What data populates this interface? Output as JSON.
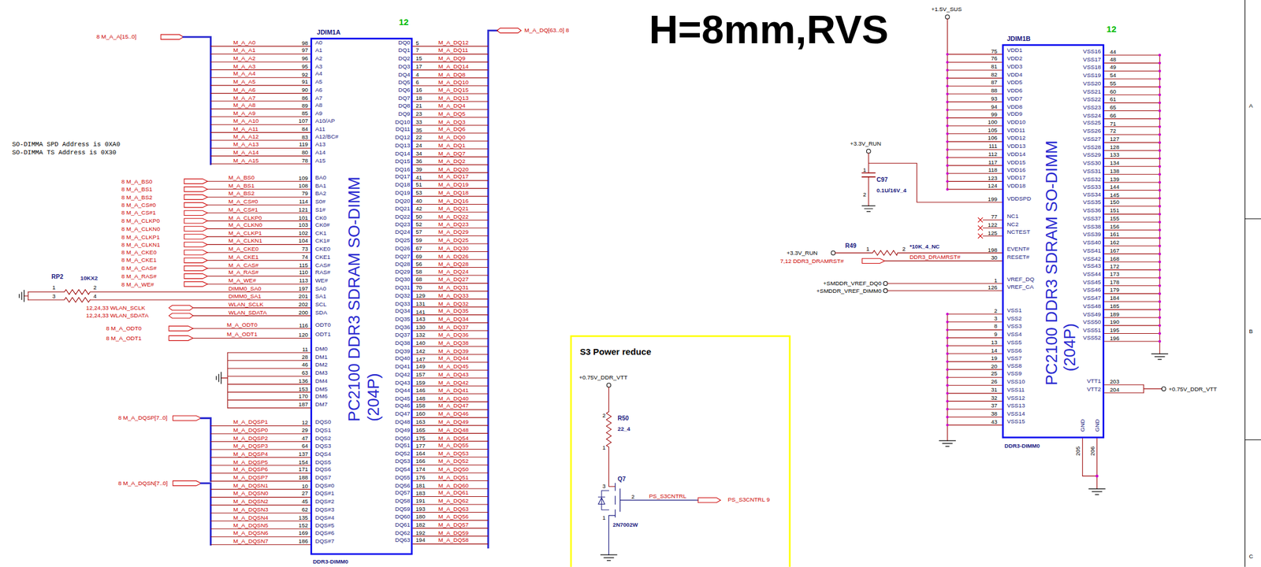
{
  "diagram": {
    "title": "H=8mm,RVS",
    "nodes": [
      {
        "text": [
          "JDIM1A",
          "PC2100 DDR3 SDRAM SO-DIMM",
          "(204P)",
          "DDR3-DIMM0"
        ]
      },
      {
        "text": [
          "JDIM1B",
          "PC2100 DDR3 SDRAM SO-DIMM",
          "(204P)",
          "DDR3-DIMM0"
        ]
      },
      {
        "text": [
          "S3 Power reduce"
        ]
      }
    ],
    "labels": [
      "8 M_A_A[15..0]",
      "M_A_A0",
      "M_A_A1",
      "M_A_A2",
      "M_A_A3",
      "M_A_A4",
      "M_A_A5",
      "M_A_A6",
      "M_A_A7",
      "M_A_A8",
      "M_A_A9",
      "M_A_A10",
      "M_A_A11",
      "M_A_A12",
      "M_A_A13",
      "M_A_A14",
      "M_A_A15",
      "A0",
      "A1",
      "A2",
      "A3",
      "A4",
      "A5",
      "A6",
      "A7",
      "A8",
      "A9",
      "A10/AP",
      "A11",
      "A12/BC#",
      "A13",
      "A14",
      "A15",
      "98",
      "97",
      "96",
      "95",
      "92",
      "91",
      "90",
      "86",
      "89",
      "85",
      "107",
      "84",
      "83",
      "119",
      "80",
      "78",
      "M_A_BS0",
      "M_A_BS1",
      "M_A_BS2",
      "M_A_CS#0",
      "M_A_CS#1",
      "M_A_CLKP0",
      "M_A_CLKN0",
      "M_A_CLKP1",
      "M_A_CLKN1",
      "M_A_CKE0",
      "M_A_CKE1",
      "M_A_CAS#",
      "M_A_RAS#",
      "M_A_WE#",
      "DIMM0_SA0",
      "DIMM0_SA1",
      "WLAN_SCLK",
      "WLAN_SDATA",
      "BA0",
      "BA1",
      "BA2",
      "S0#",
      "S1#",
      "CK0",
      "CK0#",
      "CK1",
      "CK1#",
      "CKE0",
      "CKE1",
      "CAS#",
      "RAS#",
      "WE#",
      "SA0",
      "SA1",
      "SCL",
      "SDA",
      "109",
      "108",
      "79",
      "114",
      "121",
      "101",
      "103",
      "102",
      "104",
      "73",
      "74",
      "115",
      "110",
      "113",
      "197",
      "201",
      "202",
      "200",
      "M_A_ODT0",
      "M_A_ODT1",
      "ODT0",
      "ODT1",
      "116",
      "120",
      "DM0",
      "DM1",
      "DM2",
      "DM3",
      "DM4",
      "DM5",
      "DM6",
      "DM7",
      "11",
      "28",
      "46",
      "63",
      "136",
      "153",
      "170",
      "187",
      "M_A_DQSP1",
      "M_A_DQSP0",
      "M_A_DQSP2",
      "M_A_DQSP3",
      "M_A_DQSP4",
      "M_A_DQSP5",
      "M_A_DQSP6",
      "M_A_DQSP7",
      "DQS0",
      "DQS1",
      "DQS2",
      "DQS3",
      "DQS4",
      "DQS5",
      "DQS6",
      "DQS7",
      "12",
      "29",
      "47",
      "64",
      "137",
      "154",
      "171",
      "188",
      "M_A_DQSN1",
      "M_A_DQSN0",
      "M_A_DQSN2",
      "M_A_DQSN3",
      "M_A_DQSN4",
      "M_A_DQSN5",
      "M_A_DQSN6",
      "M_A_DQSN7",
      "DQS#0",
      "DQS#1",
      "DQS#2",
      "DQS#3",
      "DQS#4",
      "DQS#5",
      "DQS#6",
      "DQS#7",
      "10",
      "27",
      "45",
      "62",
      "135",
      "152",
      "169",
      "186",
      "DQ0",
      "DQ1",
      "DQ2",
      "DQ3",
      "DQ4",
      "DQ5",
      "DQ6",
      "DQ7",
      "DQ8",
      "DQ9",
      "DQ10",
      "DQ11",
      "DQ12",
      "DQ13",
      "DQ14",
      "DQ15",
      "DQ16",
      "DQ17",
      "DQ18",
      "DQ19",
      "DQ20",
      "DQ21",
      "DQ22",
      "DQ23",
      "DQ24",
      "DQ25",
      "DQ26",
      "DQ27",
      "DQ28",
      "DQ29",
      "DQ30",
      "DQ31",
      "DQ32",
      "DQ33",
      "DQ34",
      "DQ35",
      "DQ36",
      "DQ37",
      "DQ38",
      "DQ39",
      "DQ40",
      "DQ41",
      "DQ42",
      "DQ43",
      "DQ44",
      "DQ45",
      "DQ46",
      "DQ47",
      "DQ48",
      "DQ49",
      "DQ50",
      "DQ51",
      "DQ52",
      "DQ53",
      "DQ54",
      "DQ55",
      "DQ56",
      "DQ57",
      "DQ58",
      "DQ59",
      "DQ60",
      "DQ61",
      "DQ62",
      "DQ63",
      "5",
      "7",
      "15",
      "17",
      "4",
      "6",
      "16",
      "18",
      "21",
      "23",
      "33",
      "35",
      "22",
      "24",
      "34",
      "36",
      "39",
      "41",
      "51",
      "53",
      "40",
      "42",
      "50",
      "52",
      "57",
      "59",
      "67",
      "69",
      "56",
      "58",
      "68",
      "70",
      "129",
      "131",
      "141",
      "143",
      "130",
      "132",
      "140",
      "142",
      "147",
      "149",
      "157",
      "159",
      "146",
      "148",
      "158",
      "160",
      "163",
      "165",
      "175",
      "177",
      "164",
      "166",
      "174",
      "176",
      "181",
      "183",
      "191",
      "193",
      "180",
      "182",
      "192",
      "194",
      "M_A_DQ12",
      "M_A_DQ11",
      "M_A_DQ9",
      "M_A_DQ14",
      "M_A_DQ8",
      "M_A_DQ10",
      "M_A_DQ15",
      "M_A_DQ13",
      "M_A_DQ4",
      "M_A_DQ5",
      "M_A_DQ3",
      "M_A_DQ6",
      "M_A_DQ0",
      "M_A_DQ1",
      "M_A_DQ7",
      "M_A_DQ2",
      "M_A_DQ20",
      "M_A_DQ17",
      "M_A_DQ19",
      "M_A_DQ18",
      "M_A_DQ16",
      "M_A_DQ21",
      "M_A_DQ22",
      "M_A_DQ23",
      "M_A_DQ29",
      "M_A_DQ25",
      "M_A_DQ30",
      "M_A_DQ26",
      "M_A_DQ28",
      "M_A_DQ24",
      "M_A_DQ27",
      "M_A_DQ31",
      "M_A_DQ33",
      "M_A_DQ32",
      "M_A_DQ35",
      "M_A_DQ34",
      "M_A_DQ37",
      "M_A_DQ36",
      "M_A_DQ38",
      "M_A_DQ39",
      "M_A_DQ44",
      "M_A_DQ45",
      "M_A_DQ43",
      "M_A_DQ42",
      "M_A_DQ41",
      "M_A_DQ40",
      "M_A_DQ47",
      "M_A_DQ46",
      "M_A_DQ49",
      "M_A_DQ48",
      "M_A_DQ54",
      "M_A_DQ55",
      "M_A_DQ53",
      "M_A_DQ52",
      "M_A_DQ50",
      "M_A_DQ51",
      "M_A_DQ60",
      "M_A_DQ61",
      "M_A_DQ62",
      "M_A_DQ63",
      "M_A_DQ56",
      "M_A_DQ57",
      "M_A_DQ59",
      "M_A_DQ58",
      "M_A_DQ[63..0] 8",
      "8 M_A_BS0",
      "8 M_A_BS1",
      "8 M_A_BS2",
      "8 M_A_CS#0",
      "8 M_A_CS#1",
      "8 M_A_CLKP0",
      "8 M_A_CLKN0",
      "8 M_A_CLKP1",
      "8 M_A_CLKN1",
      "8 M_A_CKE0",
      "8 M_A_CKE1",
      "8 M_A_CAS#",
      "8 M_A_RAS#",
      "8 M_A_WE#",
      "12,24,33 WLAN_SCLK",
      "12,24,33 WLAN_SDATA",
      "8 M_A_ODT0",
      "8 M_A_ODT1",
      "8 M_A_DQSP[7..0]",
      "8 M_A_DQSN[7..0]",
      "SO-DIMMA SPD Address is 0XA0",
      "SO-DIMMA TS Address is 0X30",
      "RP2",
      "10KX2",
      "1",
      "2",
      "3",
      "4",
      "12",
      "12",
      "+1.5V_SUS",
      "VDD1",
      "VDD2",
      "VDD3",
      "VDD4",
      "VDD5",
      "VDD6",
      "VDD7",
      "VDD8",
      "VDD9",
      "VDD10",
      "VDD11",
      "VDD12",
      "VDD13",
      "VDD14",
      "VDD15",
      "VDD16",
      "VDD17",
      "VDD18",
      "75",
      "76",
      "81",
      "82",
      "87",
      "88",
      "93",
      "94",
      "99",
      "100",
      "105",
      "106",
      "111",
      "112",
      "117",
      "118",
      "123",
      "124",
      "VDDSPD",
      "199",
      "NC1",
      "NC2",
      "NCTEST",
      "77",
      "122",
      "125",
      "EVENT#",
      "RESET#",
      "198",
      "30",
      "VREF_DQ",
      "VREF_CA",
      "1",
      "126",
      "VSS1",
      "VSS2",
      "VSS3",
      "VSS4",
      "VSS5",
      "VSS6",
      "VSS7",
      "VSS8",
      "VSS9",
      "VSS10",
      "VSS11",
      "VSS12",
      "VSS13",
      "VSS14",
      "VSS15",
      "2",
      "3",
      "8",
      "9",
      "13",
      "14",
      "19",
      "20",
      "25",
      "26",
      "31",
      "32",
      "37",
      "38",
      "43",
      "VSS16",
      "VSS17",
      "VSS18",
      "VSS19",
      "VSS20",
      "VSS21",
      "VSS22",
      "VSS23",
      "VSS24",
      "VSS25",
      "VSS26",
      "VSS27",
      "VSS28",
      "VSS29",
      "VSS30",
      "VSS31",
      "VSS32",
      "VSS33",
      "VSS34",
      "VSS35",
      "VSS36",
      "VSS37",
      "VSS38",
      "VSS39",
      "VSS40",
      "VSS41",
      "VSS42",
      "VSS43",
      "VSS44",
      "VSS45",
      "VSS46",
      "VSS47",
      "VSS48",
      "VSS49",
      "VSS50",
      "VSS51",
      "VSS52",
      "44",
      "48",
      "49",
      "54",
      "55",
      "60",
      "61",
      "65",
      "66",
      "71",
      "72",
      "127",
      "128",
      "133",
      "134",
      "138",
      "139",
      "144",
      "145",
      "150",
      "151",
      "155",
      "156",
      "161",
      "162",
      "167",
      "168",
      "172",
      "173",
      "178",
      "179",
      "184",
      "185",
      "189",
      "190",
      "195",
      "196",
      "VTT1",
      "VTT2",
      "203",
      "204",
      "GND",
      "GND",
      "205",
      "206",
      "+0.75V_DDR_VTT",
      "+3.3V_RUN",
      "1",
      "2",
      "C97",
      "0.1U/16V_4",
      "+3.3V_RUN",
      "R49",
      "1",
      "2",
      "*10K_4_NC",
      "7,12 DDR3_DRAMRST#",
      "DDR3_DRAMRST#",
      "+SMDDR_VREF_DQ0",
      "+SMDDR_VREF_DIMM0",
      "+0.75V_DDR_VTT",
      "2",
      "R50",
      "22_4",
      "1",
      "Q7",
      "3",
      "2",
      "1",
      "2N7002W",
      "PS_S3CNTRL",
      "PS_S3CNTRL 9",
      "A",
      "B",
      "C"
    ]
  }
}
